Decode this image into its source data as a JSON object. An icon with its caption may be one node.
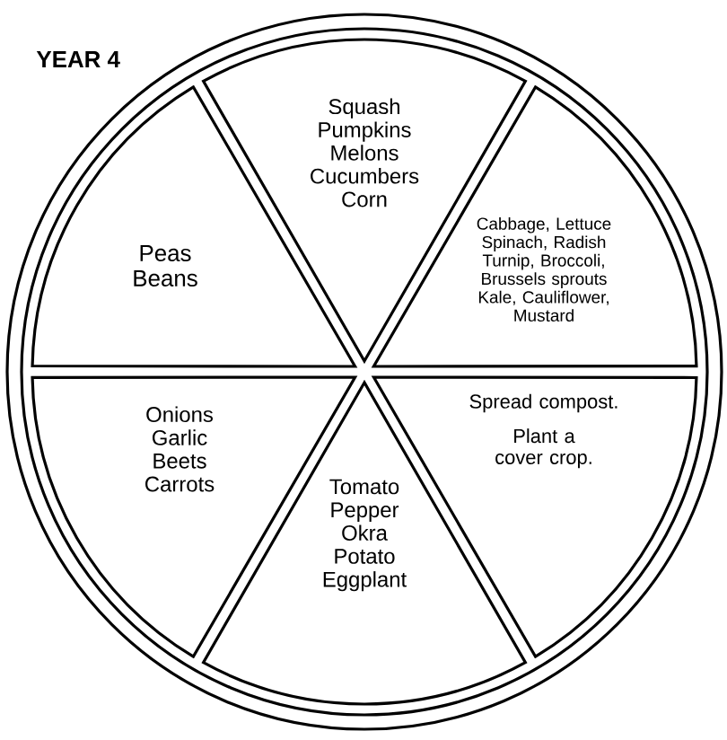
{
  "diagram": {
    "title": "YEAR 4",
    "nodes": [
      {
        "text": [
          "Squash Pumpkins Melons Cucumbers Corn"
        ]
      },
      {
        "text": [
          "Peas Beans"
        ]
      },
      {
        "text": [
          "Cabbage, Lettuce Spinach, Radish Turnip, Broccoli, Brussels sprouts Kale, Cauliflower, Mustard"
        ]
      },
      {
        "text": [
          "Spread compost.",
          "Plant a cover crop."
        ]
      },
      {
        "text": [
          "Onions Garlic Beets Carrots"
        ]
      },
      {
        "text": [
          "Tomato Pepper Okra Potato Eggplant"
        ]
      }
    ]
  }
}
